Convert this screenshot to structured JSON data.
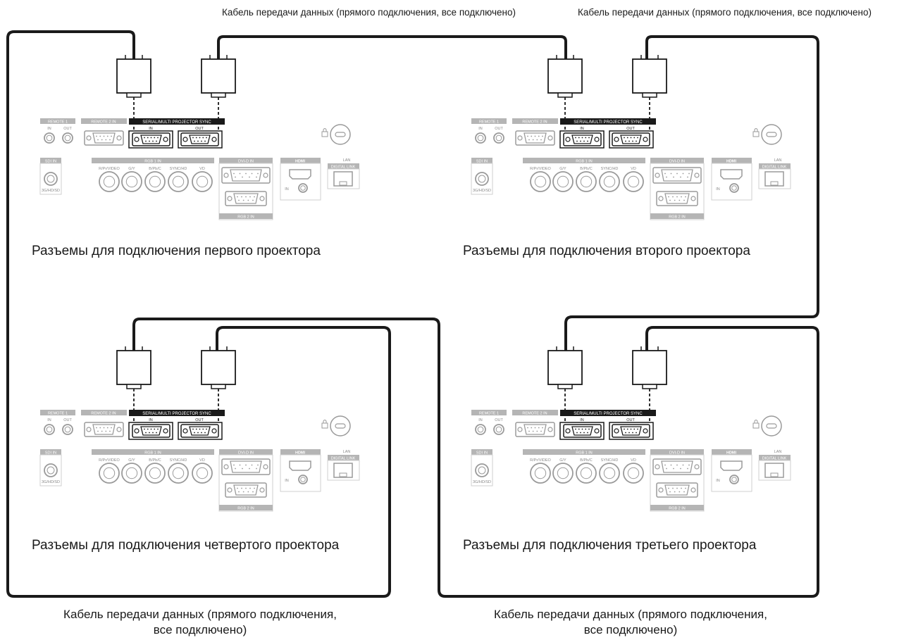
{
  "cable_labels": {
    "top_left": "Кабель передачи данных (прямого подключения, все подключено)",
    "top_right": "Кабель передачи данных (прямого подключения, все подключено)",
    "bottom_left_line1": "Кабель передачи данных (прямого подключения,",
    "bottom_left_line2": "все подключено)",
    "bottom_right_line1": "Кабель передачи данных (прямого подключения,",
    "bottom_right_line2": "все подключено)"
  },
  "projectors": [
    {
      "caption": "Разъемы для подключения первого проектора"
    },
    {
      "caption": "Разъемы для подключения второго проектора"
    },
    {
      "caption": "Разъемы для подключения четвертого проектора"
    },
    {
      "caption": "Разъемы для подключения третьего проектора"
    }
  ],
  "panel_labels": {
    "remote1": "REMOTE 1",
    "remote1_in": "IN",
    "remote1_out": "OUT",
    "remote2": "REMOTE 2 IN",
    "serial": "SERIAL/MULTI PROJECTOR SYNC",
    "serial_in": "IN",
    "serial_out": "OUT",
    "sdi": "SDI IN",
    "sdi_sub": "3G/HD/SD",
    "rgb1": "RGB 1 IN",
    "rgb1_ports": [
      "R/Pr/VIDEO",
      "G/Y",
      "B/Pb/C",
      "SYNC/HD",
      "VD"
    ],
    "dvi": "DVI-D IN",
    "hdmi": "HDMI",
    "hdmi_in": "IN",
    "lan": "LAN",
    "digital_link": "DIGITAL LINK",
    "rgb2": "RGB 2 IN"
  },
  "colors": {
    "cable": "#1a1a1a",
    "panel_gray": "#9a9a9a",
    "label_bg": "#b5b5b5",
    "serial_bg": "#1a1a1a"
  }
}
